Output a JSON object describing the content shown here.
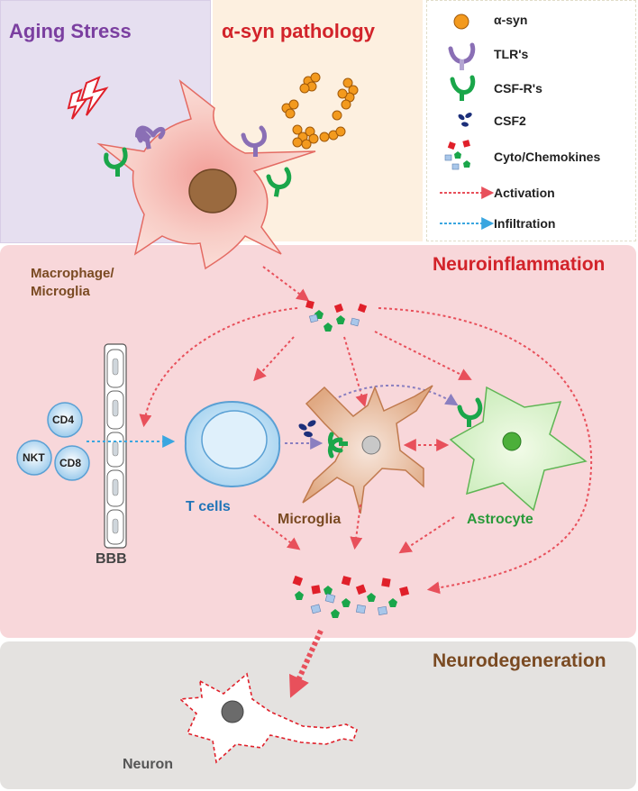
{
  "panels": {
    "aging": {
      "title": "Aging Stress",
      "color": "#7b3fa0",
      "bg": "#e6dff0"
    },
    "syn": {
      "title": "α-syn pathology",
      "color": "#d2232a",
      "bg": "#fdf0e0"
    },
    "neuroinflammation": {
      "title": "Neuroinflammation",
      "color": "#d2232a",
      "bg": "#f8d7da"
    },
    "neurodegeneration": {
      "title": "Neurodegeneration",
      "color": "#7a4a22",
      "bg": "#e4e2e0"
    }
  },
  "legend": {
    "items": [
      {
        "icon": "asyn-icon",
        "label": "α-syn"
      },
      {
        "icon": "tlr-icon",
        "label": "TLR's"
      },
      {
        "icon": "csfr-icon",
        "label": "CSF-R's"
      },
      {
        "icon": "csf2-icon",
        "label": "CSF2"
      },
      {
        "icon": "cytokine-icon",
        "label": "Cyto/Chemokines"
      },
      {
        "icon": "activation-arrow-icon",
        "label": "Activation"
      },
      {
        "icon": "infiltration-arrow-icon",
        "label": "Infiltration"
      }
    ]
  },
  "cells": {
    "macrophage": "Macrophage/\nMicroglia",
    "tcells": "T cells",
    "microglia": "Microglia",
    "astrocyte": "Astrocyte",
    "bbb": "BBB",
    "neuron": "Neuron",
    "cd4": "CD4",
    "cd8": "CD8",
    "nkt": "NKT"
  },
  "colors": {
    "activation": "#e8505b",
    "infiltration": "#3aa6e0",
    "tcell_label": "#1f74b8",
    "microglia_label": "#7a4a22",
    "astrocyte_label": "#2a9a3a",
    "macrophage_label": "#7a4a22",
    "orange": "#f39a1e",
    "green": "#1aa64a",
    "red": "#e0202a",
    "blue_cube": "#a9c7ea",
    "tlr": "#8a6fb5",
    "csf2": "#1c2f7a"
  }
}
